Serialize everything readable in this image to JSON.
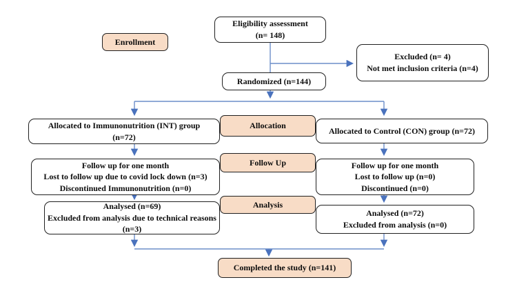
{
  "colors": {
    "box_fill": "#ffffff",
    "phase_fill": "#f8dcc6",
    "border": "#1f1f1f",
    "arrow": "#6c8ec9",
    "arrowhead": "#4a72bd"
  },
  "nodes": {
    "eligibility": {
      "lines": [
        "Eligibility assessment",
        "(n= 148)"
      ]
    },
    "enrollment_label": {
      "label": "Enrollment"
    },
    "excluded": {
      "lines": [
        "Excluded (n= 4)",
        "Not met inclusion criteria (n=4)"
      ]
    },
    "randomized": {
      "label": "Randomized (n=144)"
    },
    "allocation_label": {
      "label": "Allocation"
    },
    "allocated_int": {
      "lines": [
        "Allocated to Immunonutrition (INT) group",
        "(n=72)"
      ]
    },
    "allocated_con": {
      "label": "Allocated to Control (CON) group (n=72)"
    },
    "followup_label": {
      "label": "Follow Up"
    },
    "followup_int": {
      "lines": [
        "Follow up for one month",
        "Lost to follow up due to covid lock down (n=3)",
        "Discontinued Immunonutrition (n=0)"
      ]
    },
    "followup_con": {
      "lines": [
        "Follow up for one month",
        "Lost to follow up (n=0)",
        "Discontinued (n=0)"
      ]
    },
    "analysis_label": {
      "label": "Analysis"
    },
    "analysed_int": {
      "lines": [
        "Analysed (n=69)",
        "Excluded from analysis due to technical reasons (n=3)"
      ]
    },
    "analysed_con": {
      "lines": [
        "Analysed (n=72)",
        "Excluded from analysis (n=0)"
      ]
    },
    "completed": {
      "label": "Completed the study (n=141)"
    }
  }
}
